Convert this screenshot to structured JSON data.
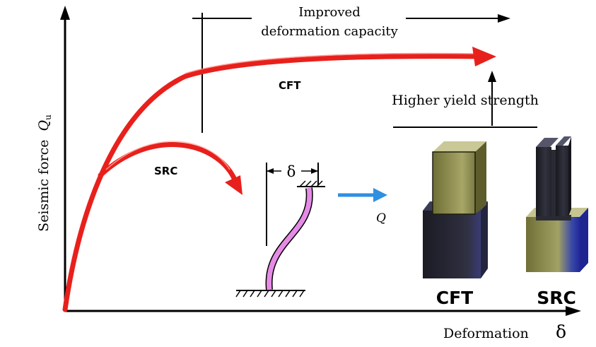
{
  "axes": {
    "y_label": "Seismic force",
    "y_symbol": "Q",
    "y_symbol_sub": "u",
    "x_label": "Deformation",
    "x_symbol": "δ"
  },
  "annotations": {
    "improved_line1": "Improved",
    "improved_line2": "deformation capacity",
    "higher_yield": "Higher yield strength"
  },
  "curves": {
    "cft_label": "CFT",
    "src_label": "SRC"
  },
  "column_sketch": {
    "delta_label": "δ",
    "force_label": "Q"
  },
  "columns": {
    "cft_label": "CFT",
    "src_label": "SRC"
  },
  "colors": {
    "curve_red": "#e8201c",
    "curve_highlight": "#ff8a80",
    "arrow_blue": "#2f8fe0",
    "column_pink": "#e58be6",
    "column_olive": "#9b9a58",
    "column_dark": "#25252f"
  }
}
